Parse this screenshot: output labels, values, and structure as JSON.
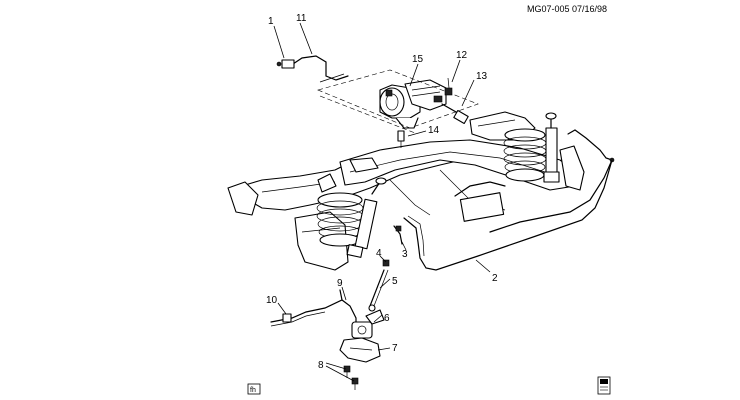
{
  "header": {
    "code": "MG07-005  07/16/98"
  },
  "callouts": [
    "1",
    "2",
    "3",
    "4",
    "5",
    "6",
    "7",
    "8",
    "9",
    "10",
    "11",
    "12",
    "13",
    "14",
    "15"
  ],
  "badges": {
    "left": "fh",
    "right": "icon"
  },
  "colors": {
    "ink": "#000000",
    "paper": "#ffffff"
  }
}
